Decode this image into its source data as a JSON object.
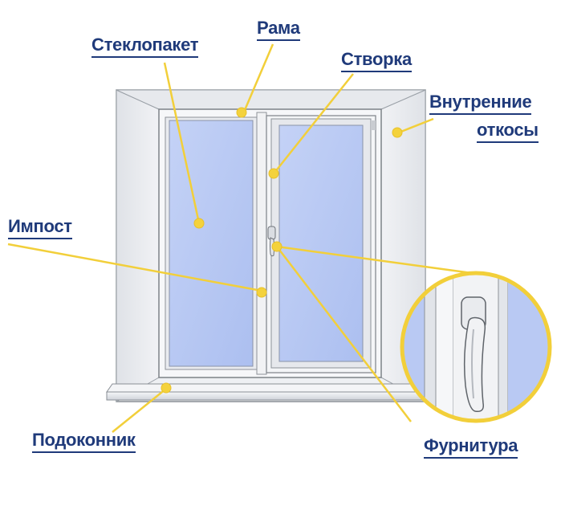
{
  "labels": {
    "steklopaket": "Стеклопакет",
    "rama": "Рама",
    "stvorka": "Створка",
    "otkosy_line1": "Внутренние",
    "otkosy_line2": "откосы",
    "impost": "Импост",
    "podokonnik": "Подоконник",
    "furnitura": "Фурнитура"
  },
  "colors": {
    "label_text": "#1f3a7a",
    "leader_line": "#f2cf3a",
    "marker_dot": "#f4d23c",
    "glass": "#b9c9f3",
    "frame": "#f4f5f7",
    "wall_reveal": "#e6e8ec",
    "outline": "#7d8288"
  },
  "icons": {
    "handle": "window-handle-icon",
    "magnifier": "zoom-circle-icon"
  }
}
